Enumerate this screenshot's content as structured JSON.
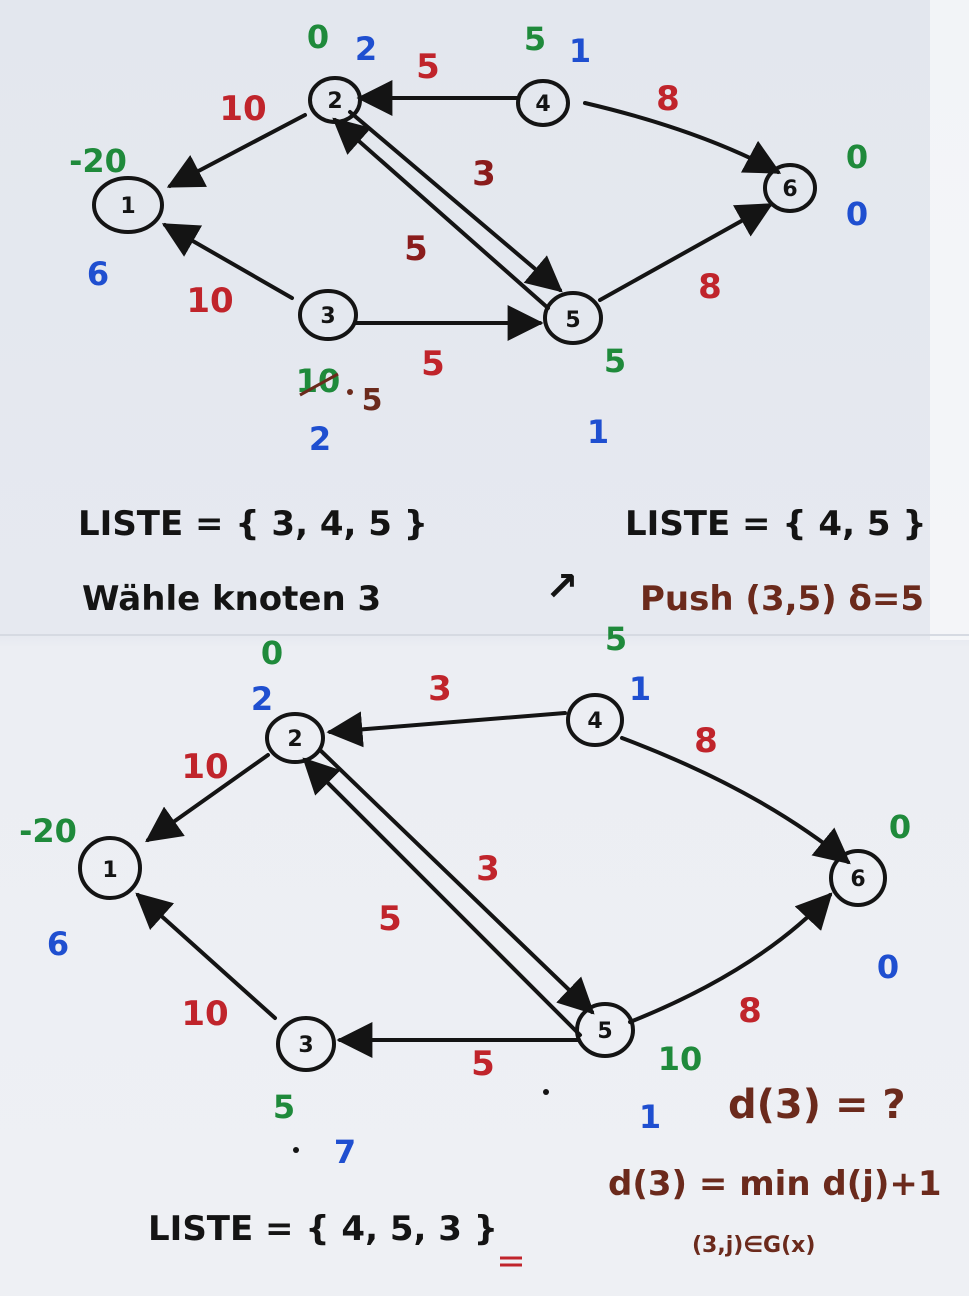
{
  "colors": {
    "ink": "#141414",
    "red": "#c0242b",
    "green": "#1f8a3b",
    "blue": "#1f4fd0",
    "brown": "#6b2a1c",
    "board_top": "#e4e8ef",
    "board_bottom": "#eef0f4"
  },
  "top_graph": {
    "nodes": [
      {
        "id": "1",
        "green": "-20",
        "blue": "6"
      },
      {
        "id": "2",
        "green": "0",
        "blue": "2"
      },
      {
        "id": "3",
        "green": "10",
        "green_after": "5",
        "blue": "2"
      },
      {
        "id": "4",
        "green": "5",
        "blue": "1"
      },
      {
        "id": "5",
        "green": "5",
        "blue": "1"
      },
      {
        "id": "6",
        "green": "0",
        "blue": "0"
      }
    ],
    "edges": [
      {
        "from": "2",
        "to": "1",
        "cap": "10"
      },
      {
        "from": "3",
        "to": "1",
        "cap": "10"
      },
      {
        "from": "4",
        "to": "2",
        "cap": "5"
      },
      {
        "from": "2",
        "to": "5",
        "cap": "3"
      },
      {
        "from": "5",
        "to": "2",
        "cap": "5"
      },
      {
        "from": "3",
        "to": "5",
        "cap": "5"
      },
      {
        "from": "4",
        "to": "6",
        "cap": "8"
      },
      {
        "from": "5",
        "to": "6",
        "cap": "8"
      }
    ]
  },
  "middle_text": {
    "list1": "LISTE = { 3, 4, 5 }",
    "choose": "Wähle   knoten 3",
    "arrow": "↗",
    "list2": "LISTE = { 4, 5 }",
    "push": "Push (3,5) δ=5"
  },
  "bottom_graph": {
    "nodes": [
      {
        "id": "1",
        "green": "-20",
        "blue": "6"
      },
      {
        "id": "2",
        "green": "0",
        "blue": "2"
      },
      {
        "id": "3",
        "green": "5",
        "blue": "7"
      },
      {
        "id": "4",
        "green": "5",
        "blue": "1"
      },
      {
        "id": "5",
        "green": "10",
        "blue": "1"
      },
      {
        "id": "6",
        "green": "0",
        "blue": "0"
      }
    ],
    "edges": [
      {
        "from": "2",
        "to": "1",
        "cap": "10"
      },
      {
        "from": "3",
        "to": "1",
        "cap": "10"
      },
      {
        "from": "4",
        "to": "2",
        "cap": "3"
      },
      {
        "from": "2",
        "to": "5",
        "cap": "3"
      },
      {
        "from": "5",
        "to": "2",
        "cap": "5"
      },
      {
        "from": "5",
        "to": "3",
        "cap": "5"
      },
      {
        "from": "4",
        "to": "6",
        "cap": "8"
      },
      {
        "from": "5",
        "to": "6",
        "cap": "8"
      }
    ]
  },
  "bottom_text": {
    "list3": "LISTE = { 4, 5, 3 }",
    "d_question": "d(3) = ?",
    "d_formula": "d(3) = min  d(j)+1",
    "d_subscript": "(3,j)∈G(x)"
  }
}
